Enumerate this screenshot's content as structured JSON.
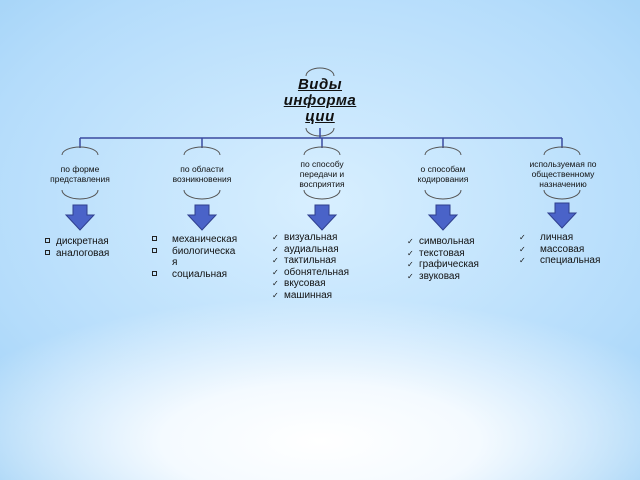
{
  "title_lines": [
    "Виды",
    "информа",
    "ции"
  ],
  "categories": [
    {
      "label_lines": [
        "по форме",
        "представления"
      ]
    },
    {
      "label_lines": [
        "по области",
        "возникновения"
      ]
    },
    {
      "label_lines": [
        "по способу",
        "передачи и",
        "восприятия"
      ]
    },
    {
      "label_lines": [
        "о способам",
        "кодирования"
      ]
    },
    {
      "label_lines": [
        "используемая по",
        "общественному",
        "назначению"
      ]
    }
  ],
  "lists": [
    {
      "items": [
        "дискретная",
        "аналоговая"
      ]
    },
    {
      "items": [
        "механическая",
        "биологическа",
        "я",
        "социальная"
      ]
    },
    {
      "items": [
        "визуальная",
        "аудиальная",
        "тактильная",
        "обонятельная",
        "вкусовая",
        "машинная"
      ]
    },
    {
      "items": [
        "символьная",
        "текстовая",
        "графическая",
        "звуковая"
      ]
    },
    {
      "items": [
        "личная",
        "массовая",
        "специальная"
      ]
    }
  ],
  "colors": {
    "connector": "#3a4aa0",
    "arrow_fill": "#4a63c8",
    "arrow_stroke": "#2f3f8e",
    "arc": "#555555"
  }
}
